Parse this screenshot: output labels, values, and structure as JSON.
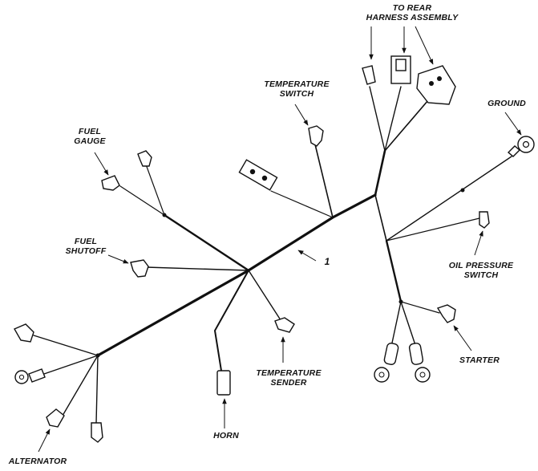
{
  "labels": {
    "to_rear_1": "TO REAR",
    "to_rear_2": "HARNESS ASSEMBLY",
    "temp_switch_1": "TEMPERATURE",
    "temp_switch_2": "SWITCH",
    "ground": "GROUND",
    "fuel_gauge_1": "FUEL",
    "fuel_gauge_2": "GAUGE",
    "fuel_shutoff_1": "FUEL",
    "fuel_shutoff_2": "SHUTOFF",
    "callout": "1",
    "oil_1": "OIL PRESSURE",
    "oil_2": "SWITCH",
    "starter": "STARTER",
    "temp_sender_1": "TEMPERATURE",
    "temp_sender_2": "SENDER",
    "horn": "HORN",
    "alternator": "ALTERNATOR"
  }
}
